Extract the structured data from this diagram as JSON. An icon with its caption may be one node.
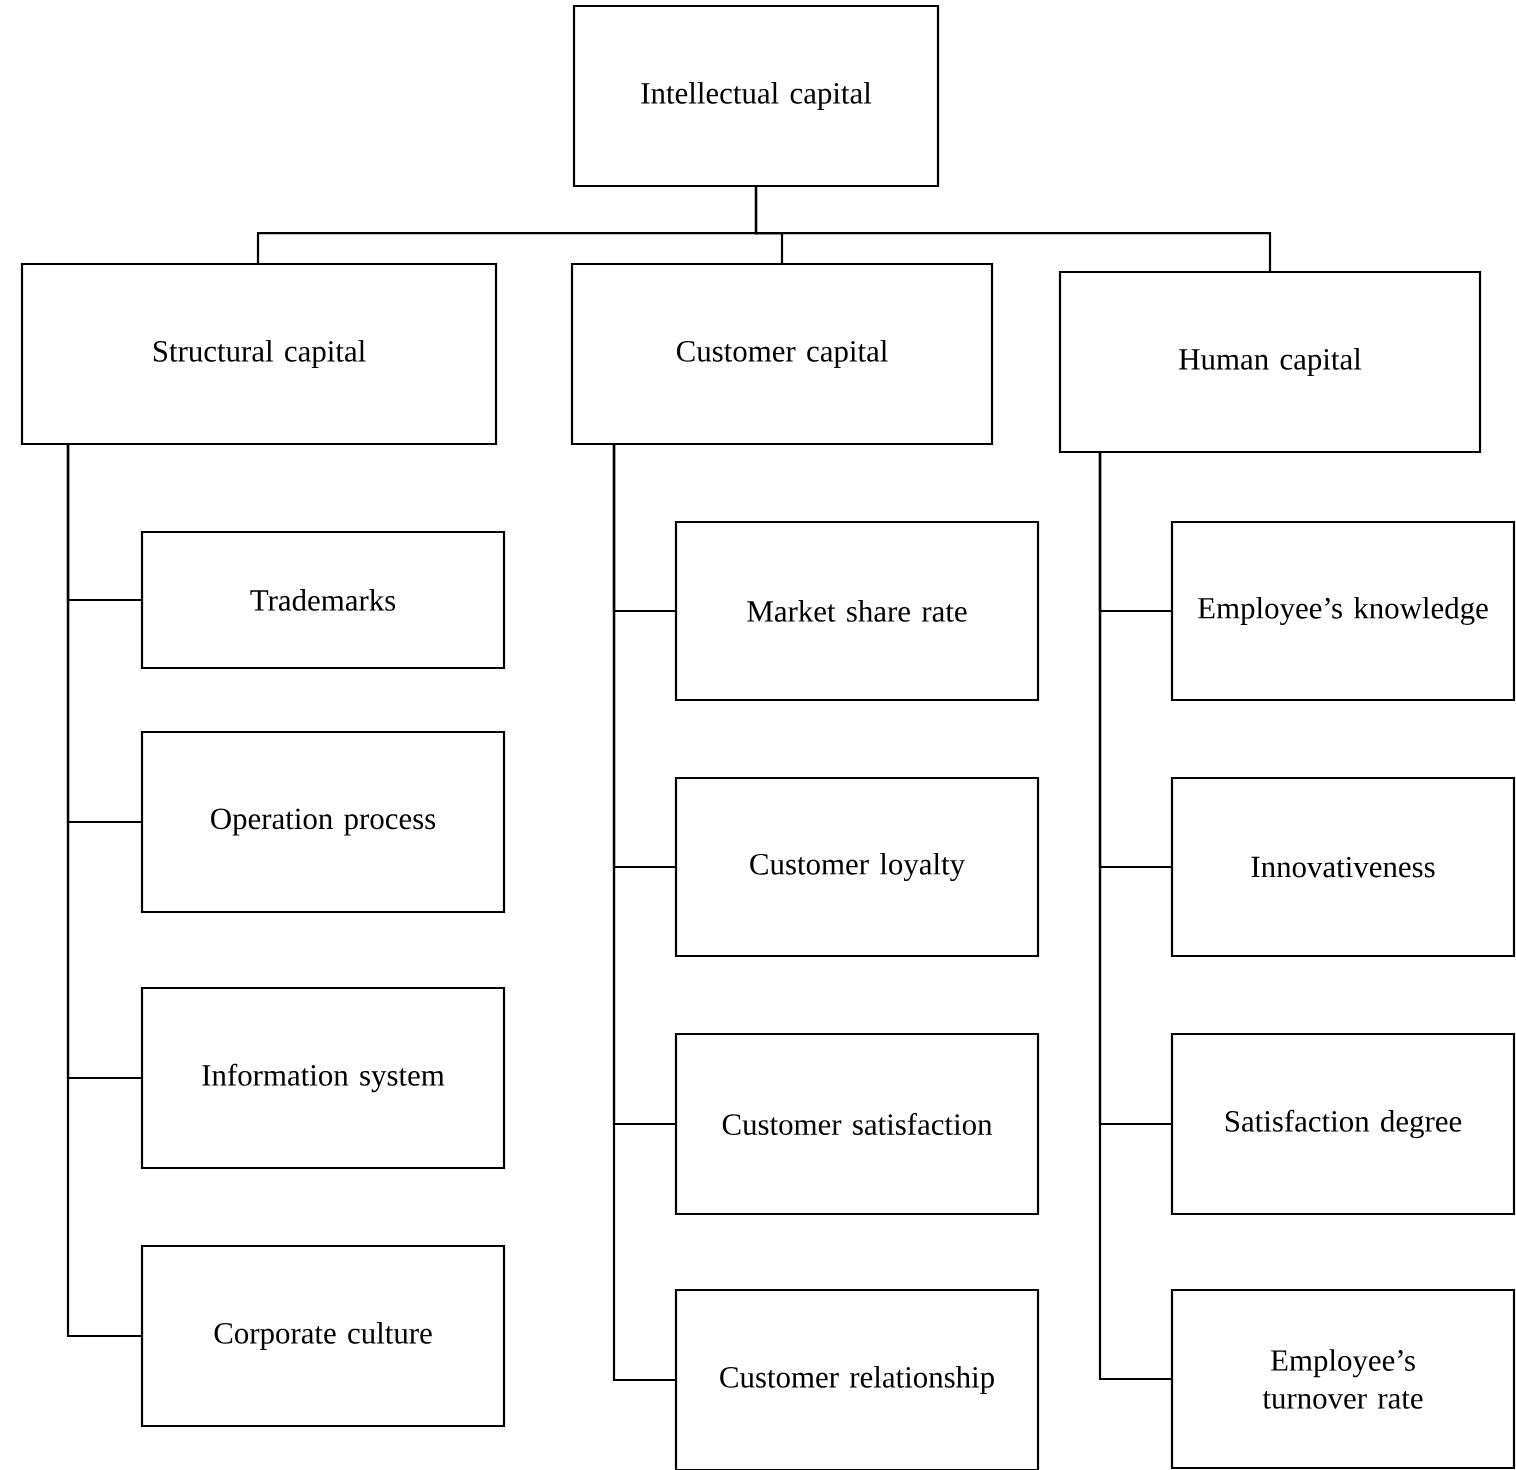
{
  "diagram": {
    "nodes": [
      {
        "text": [
          "Intellectual capital"
        ]
      },
      {
        "text": [
          "Structural capital"
        ]
      },
      {
        "text": [
          "Customer capital"
        ]
      },
      {
        "text": [
          "Human capital"
        ]
      },
      {
        "text": [
          "Trademarks"
        ]
      },
      {
        "text": [
          "Operation process"
        ]
      },
      {
        "text": [
          "Information system"
        ]
      },
      {
        "text": [
          "Corporate culture"
        ]
      },
      {
        "text": [
          "Market share rate"
        ]
      },
      {
        "text": [
          "Customer loyalty"
        ]
      },
      {
        "text": [
          "Customer satisfaction"
        ]
      },
      {
        "text": [
          "Customer relationship"
        ]
      },
      {
        "text": [
          "Employee’s knowledge"
        ]
      },
      {
        "text": [
          "Innovativeness"
        ]
      },
      {
        "text": [
          "Satisfaction degree"
        ]
      },
      {
        "text": [
          "Employee’s turnover rate"
        ]
      }
    ],
    "edges": [
      {
        "from": 0,
        "to": 1,
        "arrow": "none"
      },
      {
        "from": 0,
        "to": 2,
        "arrow": "none"
      },
      {
        "from": 0,
        "to": 3,
        "arrow": "none"
      },
      {
        "from": 1,
        "to": 4,
        "arrow": "none"
      },
      {
        "from": 1,
        "to": 5,
        "arrow": "none"
      },
      {
        "from": 1,
        "to": 6,
        "arrow": "none"
      },
      {
        "from": 1,
        "to": 7,
        "arrow": "none"
      },
      {
        "from": 2,
        "to": 8,
        "arrow": "none"
      },
      {
        "from": 2,
        "to": 9,
        "arrow": "none"
      },
      {
        "from": 2,
        "to": 10,
        "arrow": "none"
      },
      {
        "from": 2,
        "to": 11,
        "arrow": "none"
      },
      {
        "from": 3,
        "to": 12,
        "arrow": "none"
      },
      {
        "from": 3,
        "to": 13,
        "arrow": "none"
      },
      {
        "from": 3,
        "to": 14,
        "arrow": "none"
      },
      {
        "from": 3,
        "to": 15,
        "arrow": "none"
      }
    ]
  }
}
